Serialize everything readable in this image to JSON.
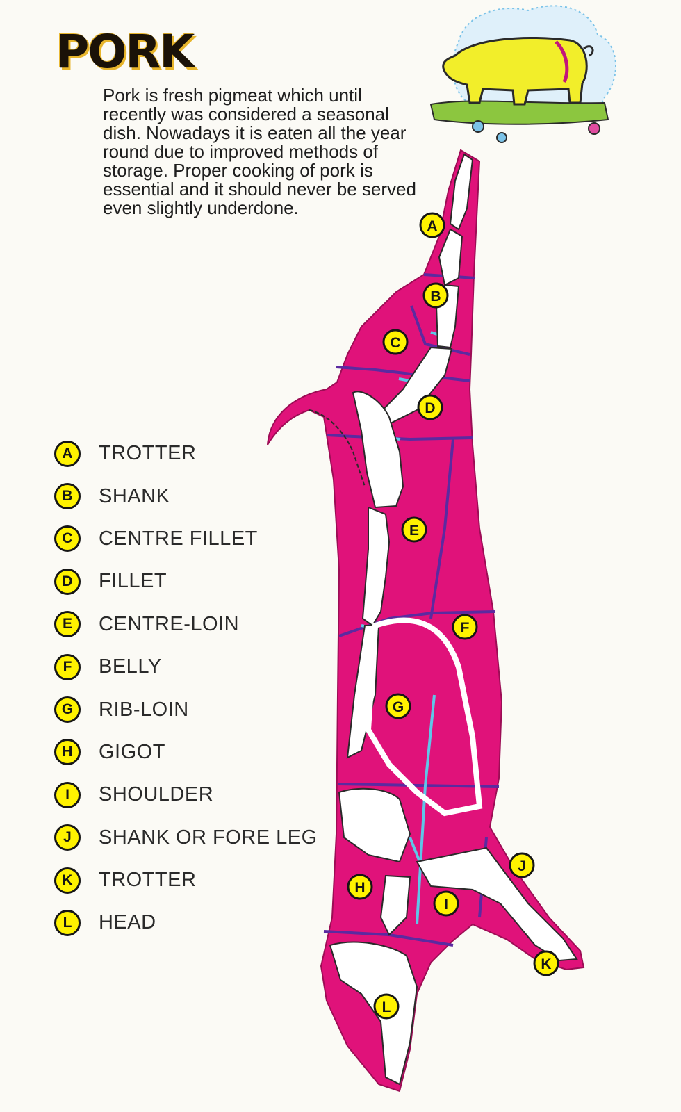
{
  "title": "PORK",
  "intro": "Pork is fresh pigmeat which until recently was considered a seasonal dish. Nowadays it is eaten all the year round due to improved methods of storage. Proper cooking of pork is essential and it should never be served even slightly underdone.",
  "legend": [
    {
      "letter": "A",
      "label": "TROTTER"
    },
    {
      "letter": "B",
      "label": "SHANK"
    },
    {
      "letter": "C",
      "label": "CENTRE  FILLET"
    },
    {
      "letter": "D",
      "label": "FILLET"
    },
    {
      "letter": "E",
      "label": "CENTRE-LOIN"
    },
    {
      "letter": "F",
      "label": "BELLY"
    },
    {
      "letter": "G",
      "label": "RIB-LOIN"
    },
    {
      "letter": "H",
      "label": "GIGOT"
    },
    {
      "letter": "I",
      "label": "SHOULDER"
    },
    {
      "letter": "J",
      "label": "SHANK OR FORE LEG"
    },
    {
      "letter": "K",
      "label": "TROTTER"
    },
    {
      "letter": "L",
      "label": "HEAD"
    }
  ],
  "markers": [
    "A",
    "B",
    "C",
    "D",
    "E",
    "F",
    "G",
    "H",
    "I",
    "J",
    "K",
    "L"
  ],
  "colors": {
    "carcass": "#e0127a",
    "cut_lines": "#5b2aa0",
    "bone_lines": "#5fc6e8",
    "bone": "#ffffff",
    "badge": "#fff200",
    "pig_body": "#f2ee2a",
    "grass": "#8cc63f"
  },
  "icons": {
    "pig": "pig-illustration-icon",
    "skeleton": "skeleton-icon"
  }
}
